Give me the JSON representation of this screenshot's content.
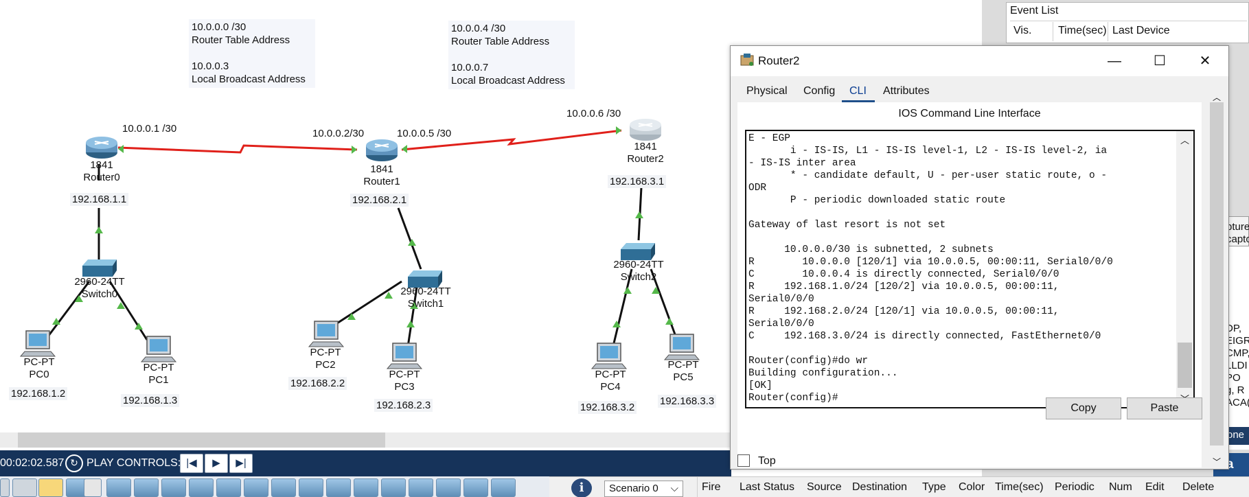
{
  "workspace": {
    "notes": [
      {
        "subnet": "10.0.0.0 /30",
        "subnet_label": "Router Table Address",
        "broadcast": "10.0.0.3",
        "broadcast_label": "Local Broadcast Address"
      },
      {
        "subnet": "10.0.0.4 /30",
        "subnet_label": "Router Table Address",
        "broadcast": "10.0.0.7",
        "broadcast_label": "Local Broadcast Address"
      }
    ],
    "serial_labels": {
      "r0": "10.0.0.1 /30",
      "r1_left": "10.0.0.2/30",
      "r1_right": "10.0.0.5 /30",
      "r2": "10.0.0.6 /30"
    },
    "routers": [
      {
        "model": "1841",
        "name": "Router0",
        "ip": "192.168.1.1"
      },
      {
        "model": "1841",
        "name": "Router1",
        "ip": "192.168.2.1"
      },
      {
        "model": "1841",
        "name": "Router2",
        "ip": "192.168.3.1"
      }
    ],
    "switches": [
      {
        "model": "2960-24TT",
        "name": "Switch0"
      },
      {
        "model": "2960-24TT",
        "name": "Switch1"
      },
      {
        "model": "2960-24TT",
        "name": "Switch2"
      }
    ],
    "pcs": [
      {
        "type": "PC-PT",
        "name": "PC0",
        "ip": "192.168.1.2"
      },
      {
        "type": "PC-PT",
        "name": "PC1",
        "ip": "192.168.1.3"
      },
      {
        "type": "PC-PT",
        "name": "PC2",
        "ip": "192.168.2.2"
      },
      {
        "type": "PC-PT",
        "name": "PC3",
        "ip": "192.168.2.3"
      },
      {
        "type": "PC-PT",
        "name": "PC4",
        "ip": "192.168.3.2"
      },
      {
        "type": "PC-PT",
        "name": "PC5",
        "ip": "192.168.3.3"
      }
    ]
  },
  "playbar": {
    "time": "00:02:02.587",
    "label": "PLAY CONTROLS:",
    "back_icon": "skip-back-icon",
    "play_icon": "play-icon",
    "forward_icon": "skip-forward-icon"
  },
  "event_list": {
    "title": "Event List",
    "columns": [
      "Vis.",
      "Time(sec)",
      "Last Device"
    ]
  },
  "event_bar": {
    "scenario": "Scenario 0",
    "columns": [
      "Fire",
      "Last Status",
      "Source",
      "Destination",
      "Type",
      "Color",
      "Time(sec)",
      "Periodic",
      "Num",
      "Edit",
      "Delete"
    ]
  },
  "right_partial": {
    "box_lines": [
      "pture",
      "capto"
    ],
    "lines": [
      "DP,",
      "EIGR",
      "CMP,",
      "LLDI",
      "PO",
      "g, R",
      "ACA("
    ],
    "dark_label": "one",
    "sim_label": "ula"
  },
  "window": {
    "title": "Router2",
    "tabs": [
      "Physical",
      "Config",
      "CLI",
      "Attributes"
    ],
    "active_tab": "CLI",
    "heading": "IOS Command Line Interface",
    "console_text": "E - EGP\n       i - IS-IS, L1 - IS-IS level-1, L2 - IS-IS level-2, ia\n- IS-IS inter area\n       * - candidate default, U - per-user static route, o -\nODR\n       P - periodic downloaded static route\n\nGateway of last resort is not set\n\n      10.0.0.0/30 is subnetted, 2 subnets\nR        10.0.0.0 [120/1] via 10.0.0.5, 00:00:11, Serial0/0/0\nC        10.0.0.4 is directly connected, Serial0/0/0\nR     192.168.1.0/24 [120/2] via 10.0.0.5, 00:00:11,\nSerial0/0/0\nR     192.168.2.0/24 [120/1] via 10.0.0.5, 00:00:11,\nSerial0/0/0\nC     192.168.3.0/24 is directly connected, FastEthernet0/0\n\nRouter(config)#do wr\nBuilding configuration...\n[OK]\nRouter(config)#",
    "copy_label": "Copy",
    "paste_label": "Paste",
    "top_label": "Top"
  },
  "colors": {
    "serial_link": "#e0201a",
    "link": "#111111",
    "link_light": "#55b84a",
    "playbar": "#16335a"
  }
}
